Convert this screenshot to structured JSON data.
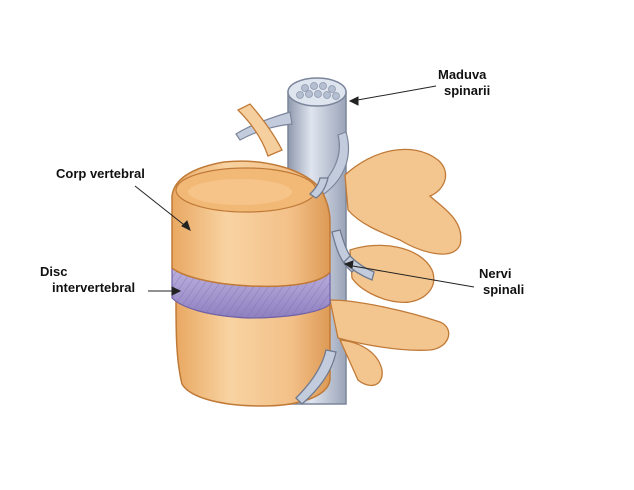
{
  "colors": {
    "bone_light": "#f8d6a8",
    "bone_mid": "#f0b877",
    "bone_shadow": "#d9924a",
    "bone_outline": "#c07a38",
    "disc": "#a99bd0",
    "disc_stripe": "#8a7bbd",
    "cord": "#b9c3d6",
    "cord_light": "#dfe5ef",
    "cord_shadow": "#8f99ad",
    "leader": "#222222"
  },
  "labels": {
    "spinal_cord": [
      "Maduva",
      "spinarii"
    ],
    "vertebral_body": "Corp vertebral",
    "disc": [
      "Disc",
      "intervertebral"
    ],
    "spinal_nerves": [
      "Nervi",
      "spinali"
    ]
  }
}
